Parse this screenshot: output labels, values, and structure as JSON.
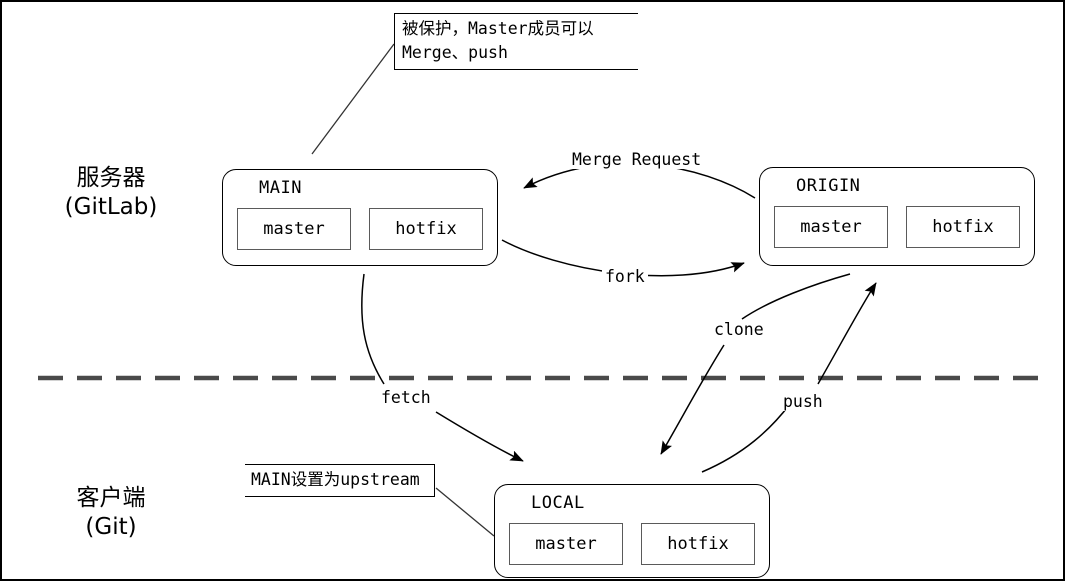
{
  "diagram": {
    "title_note_protected": "被保护，Master成员可以\nMerge、push",
    "note_upstream": "MAIN设置为upstream",
    "divider": {
      "name": "server-client-divider",
      "style": "dashed",
      "color": "#4a4a4a"
    },
    "zones": [
      {
        "id": "server",
        "label": "服务器\n(GitLab)"
      },
      {
        "id": "client",
        "label": "客户端\n(Git)"
      }
    ],
    "repos": [
      {
        "id": "main",
        "title": "MAIN",
        "branches": [
          "master",
          "hotfix"
        ]
      },
      {
        "id": "origin",
        "title": "ORIGIN",
        "branches": [
          "master",
          "hotfix"
        ]
      },
      {
        "id": "local",
        "title": "LOCAL",
        "branches": [
          "master",
          "hotfix"
        ]
      }
    ],
    "edges": [
      {
        "id": "merge-request",
        "label": "Merge Request",
        "from": "origin",
        "to": "main"
      },
      {
        "id": "fork",
        "label": "fork",
        "from": "main",
        "to": "origin"
      },
      {
        "id": "clone",
        "label": "clone",
        "from": "origin",
        "to": "local"
      },
      {
        "id": "fetch",
        "label": "fetch",
        "from": "main",
        "to": "local"
      },
      {
        "id": "push",
        "label": "push",
        "from": "local",
        "to": "origin"
      }
    ],
    "colors": {
      "stroke": "#000000",
      "branch_border": "#5a5a5a",
      "divider": "#4a4a4a",
      "background": "#ffffff"
    }
  }
}
